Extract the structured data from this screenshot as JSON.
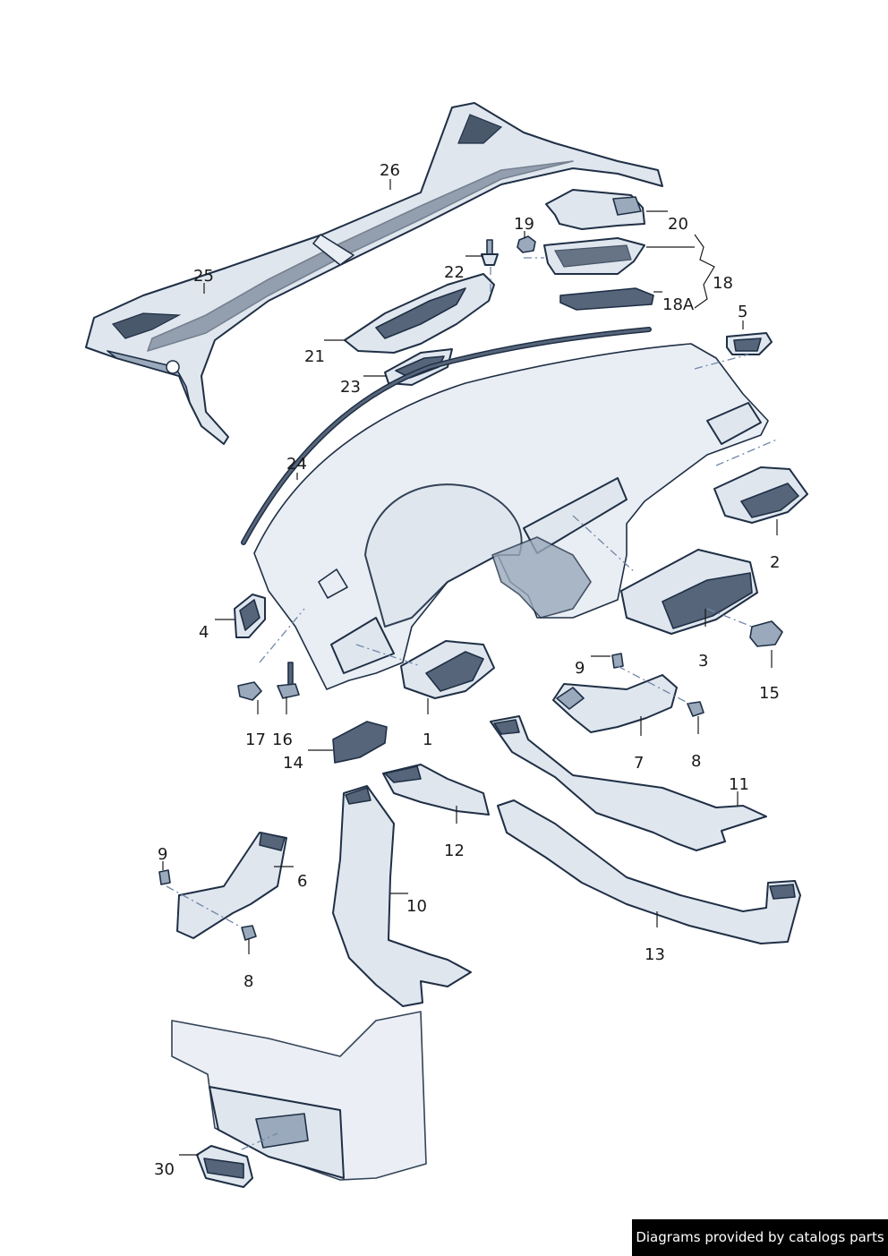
{
  "callouts": {
    "c26": "26",
    "c25": "25",
    "c20": "20",
    "c19": "19",
    "c22": "22",
    "c18": "18",
    "c18a": "18A",
    "c21": "21",
    "c5": "5",
    "c23": "23",
    "c24": "24",
    "c2": "2",
    "c4": "4",
    "c3": "3",
    "c9a": "9",
    "c15": "15",
    "c17": "17",
    "c16": "16",
    "c1": "1",
    "c7": "7",
    "c8a": "8",
    "c14": "14",
    "c11": "11",
    "c12": "12",
    "c9b": "9",
    "c6": "6",
    "c10": "10",
    "c13": "13",
    "c8b": "8",
    "c30": "30"
  },
  "footer": {
    "text": "Diagrams provided by catalogs parts"
  },
  "colors": {
    "part_fill": "#dfe6ee",
    "outline": "#1f2f45",
    "accent_dark": "#56657a",
    "footer_bg": "#000000",
    "footer_text": "#ffffff"
  }
}
